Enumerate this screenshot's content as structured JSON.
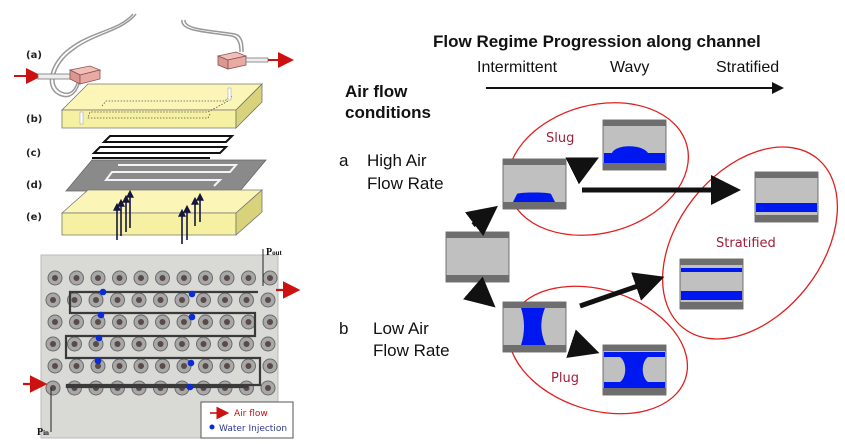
{
  "left_panel": {
    "layer_labels": [
      "(a)",
      "(b)",
      "(c)",
      "(d)",
      "(e)"
    ],
    "pressure_in_label": "P",
    "pressure_in_sub": "in",
    "pressure_out_label": "P",
    "pressure_out_sub": "out",
    "legend": {
      "air_flow": "Air flow",
      "water_injection": "Water Injection"
    },
    "colors": {
      "arrow": "#cc1111",
      "water_dot": "#0a2bd8",
      "plate": "#f8f2a0",
      "block": "#e8a8a0"
    }
  },
  "right_panel": {
    "title": "Flow Regime Progression along channel",
    "stages": [
      "Intermittent",
      "Wavy",
      "Stratified"
    ],
    "conditions_label_line1": "Air flow",
    "conditions_label_line2": "conditions",
    "condition_a_letter": "a",
    "condition_a_line1": "High Air",
    "condition_a_line2": "Flow Rate",
    "condition_b_letter": "b",
    "condition_b_line1": "Low Air",
    "condition_b_line2": "Flow Rate",
    "regimes": {
      "slug": "Slug",
      "plug": "Plug",
      "stratified": "Stratified"
    },
    "colors": {
      "water": "#0018f0",
      "channel": "#c0c0c0",
      "wall": "#6e6e6e",
      "ellipse": "#e02020",
      "regime_text": "#a0203a"
    }
  }
}
